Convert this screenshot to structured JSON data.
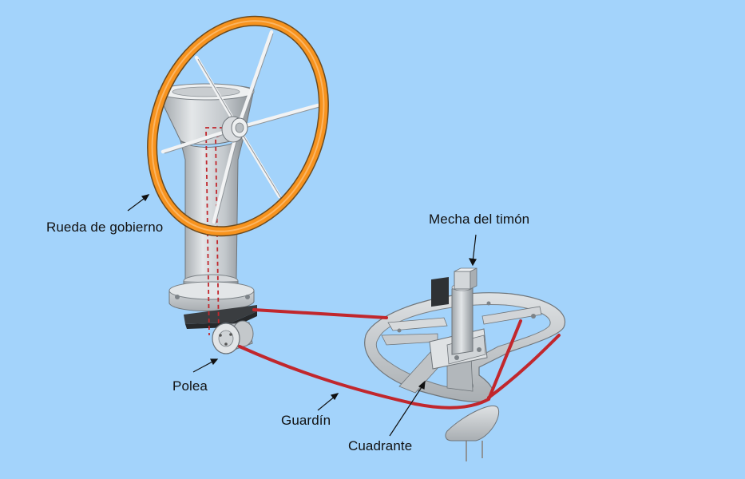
{
  "labels": {
    "steering_wheel": "Rueda de gobierno",
    "rudder_stock": "Mecha del timón",
    "pulley": "Polea",
    "tiller_rope": "Guardín",
    "quadrant": "Cuadrante"
  },
  "colors": {
    "background": "#a3d3fb",
    "wheel_rim": "#f7931e",
    "cable": "#c1272d",
    "metal": "#cfd3d6",
    "metal_dark": "#8e9499",
    "gasket": "#3a3d40"
  }
}
